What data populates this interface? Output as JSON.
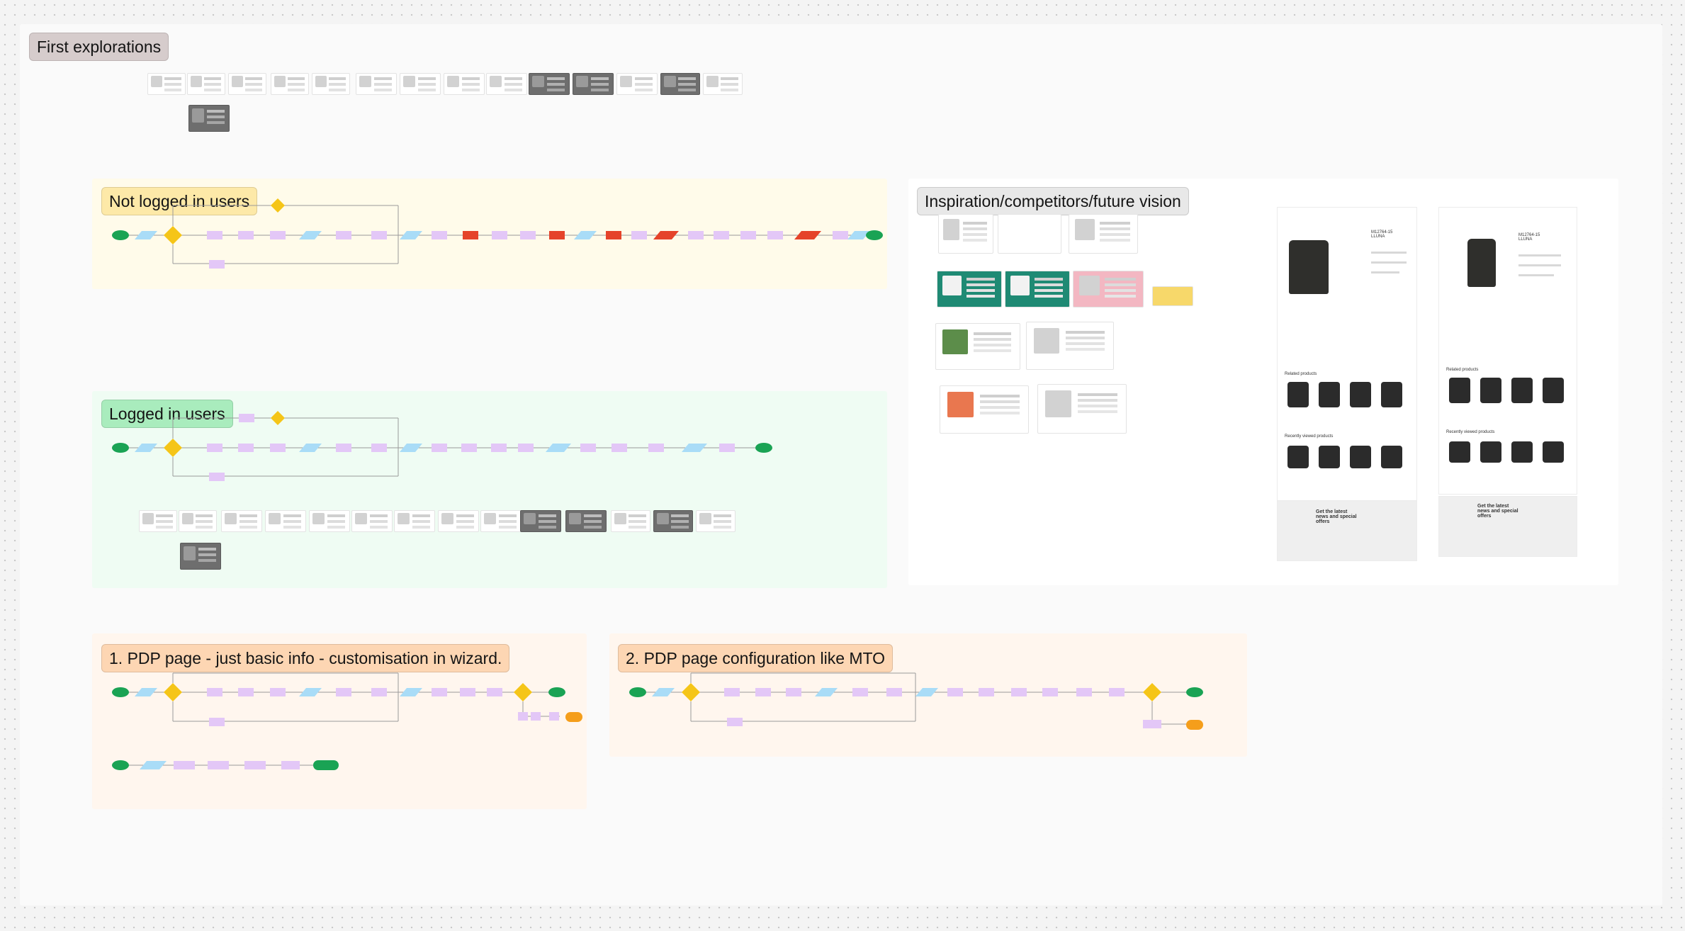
{
  "sections": {
    "first": {
      "label": "First explorations",
      "label_bg": "#d6cccc"
    },
    "not_logged": {
      "label": "Not logged in users",
      "bg": "#fffbea",
      "label_bg": "#fde9a8"
    },
    "logged": {
      "label": "Logged in users",
      "bg": "#effcf3",
      "label_bg": "#a9ecbd"
    },
    "inspiration": {
      "label": "Inspiration/competitors/future vision",
      "bg": "#ffffff",
      "label_bg": "#e8e8e8"
    },
    "pdp1": {
      "label": "1. PDP page - just basic info - customisation in wizard.",
      "bg": "#fff6ee",
      "label_bg": "#fdd6b3"
    },
    "pdp2": {
      "label": "2. PDP page configuration like MTO",
      "bg": "#fff6ee",
      "label_bg": "#fdd6b3"
    }
  },
  "flow_colors": {
    "start_end": "#1aa354",
    "decision": "#f5c518",
    "process": "#e3c7f7",
    "data": "#a9dcf7",
    "alert": "#e5432a",
    "terminal_alt": "#f59e1b",
    "connector": "#9a9a9a"
  },
  "mockups": {
    "left": {
      "product_title": "M12764-15 LLUNA",
      "related_heading": "Related products",
      "recent_heading": "Recently viewed products",
      "newsletter": "Get the latest news and special offers"
    },
    "right": {
      "product_title": "M12764-15 LLUNA",
      "related_heading": "Related products",
      "recent_heading": "Recently viewed products",
      "newsletter": "Get the latest news and special offers"
    }
  }
}
